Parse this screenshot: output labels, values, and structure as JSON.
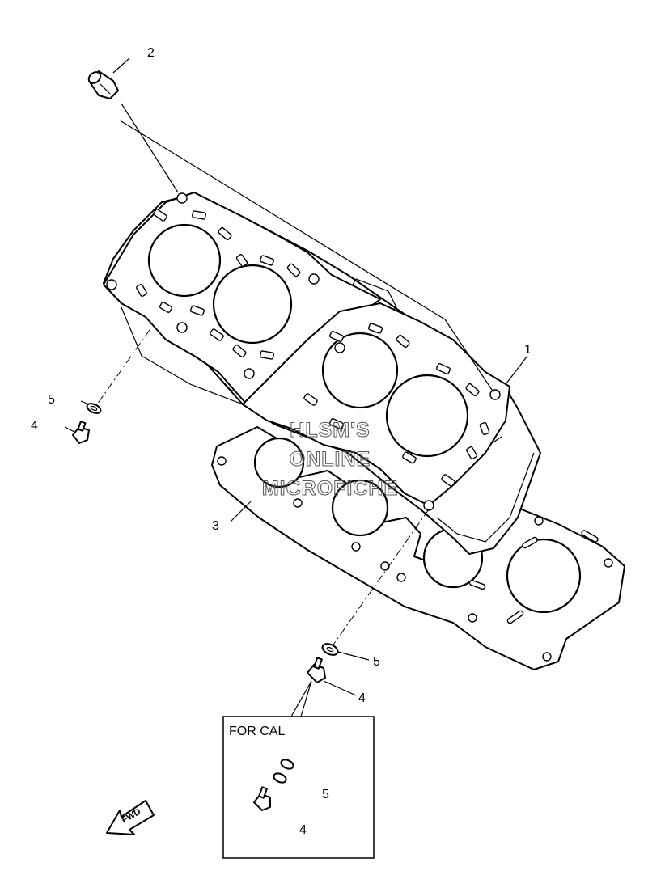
{
  "callouts": [
    {
      "id": "c1",
      "label": "1"
    },
    {
      "id": "c2",
      "label": "2"
    },
    {
      "id": "c3",
      "label": "3"
    },
    {
      "id": "c4a",
      "label": "4"
    },
    {
      "id": "c4b",
      "label": "4"
    },
    {
      "id": "c4c",
      "label": "4"
    },
    {
      "id": "c5a",
      "label": "5"
    },
    {
      "id": "c5b",
      "label": "5"
    },
    {
      "id": "c5c",
      "label": "5"
    }
  ],
  "inset": {
    "title": "FOR CAL"
  },
  "watermark": {
    "line1": "HLSM'S",
    "line2": "ONLINE",
    "line3": "MICROFICHE"
  },
  "fwd_arrow": {
    "label": "FWD"
  }
}
